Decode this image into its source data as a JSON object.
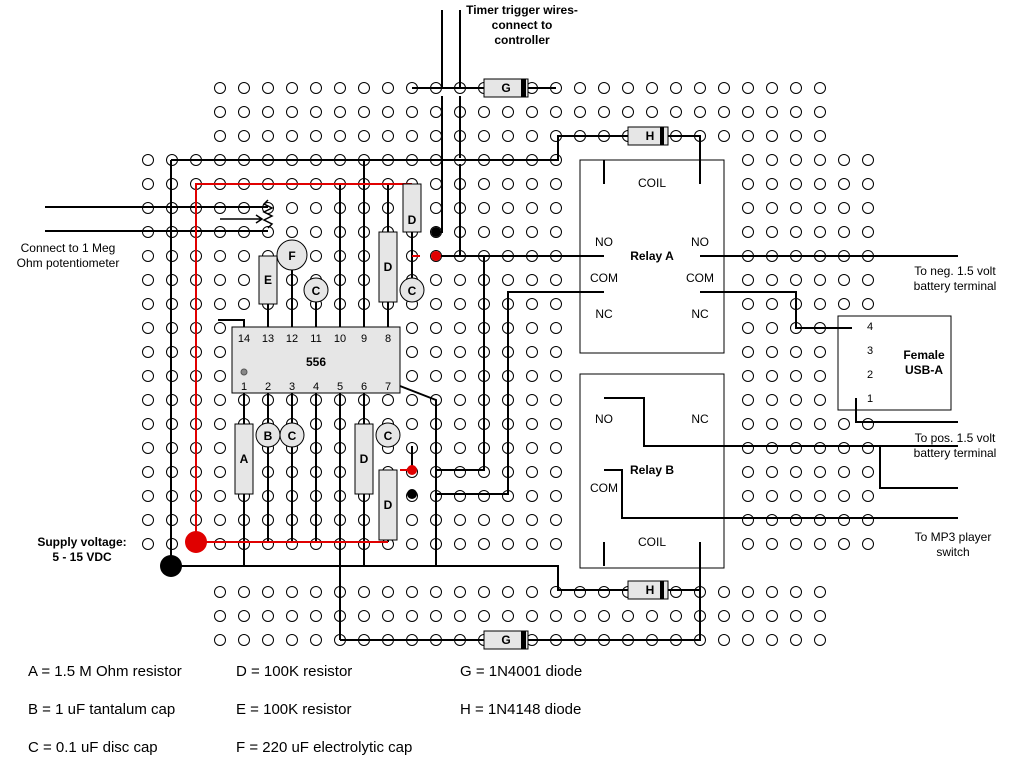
{
  "title": "Timer trigger wires- connect to controller",
  "labels": {
    "timer_line1": "Timer trigger wires-",
    "timer_line2": "connect to",
    "timer_line3": "controller",
    "pot_line1": "Connect to 1 Meg",
    "pot_line2": "Ohm potentiometer",
    "supply_line1": "Supply voltage:",
    "supply_line2": "5 - 15 VDC",
    "neg_line1": "To neg. 1.5 volt",
    "neg_line2": "battery terminal",
    "pos_line1": "To pos. 1.5 volt",
    "pos_line2": "battery terminal",
    "mp3_line1": "To MP3 player",
    "mp3_line2": "switch"
  },
  "chip": {
    "name": "556",
    "top_pins": [
      "14",
      "13",
      "12",
      "11",
      "10",
      "9",
      "8"
    ],
    "bottom_pins": [
      "1",
      "2",
      "3",
      "4",
      "5",
      "6",
      "7"
    ]
  },
  "relay_a": {
    "name": "Relay A",
    "coil": "COIL",
    "no_left": "NO",
    "no_right": "NO",
    "com_left": "COM",
    "com_right": "COM",
    "nc_left": "NC",
    "nc_right": "NC"
  },
  "relay_b": {
    "name": "Relay B",
    "coil": "COIL",
    "no": "NO",
    "nc": "NC",
    "com": "COM"
  },
  "usb": {
    "name_line1": "Female",
    "name_line2": "USB-A",
    "pins": [
      "4",
      "3",
      "2",
      "1"
    ]
  },
  "parts": {
    "A": "A",
    "B": "B",
    "C": "C",
    "D": "D",
    "E": "E",
    "F": "F",
    "G": "G",
    "H": "H"
  },
  "legend": {
    "A": "A = 1.5 M Ohm resistor",
    "B": "B = 1 uF tantalum cap",
    "C": "C = 0.1 uF disc cap",
    "D": "D = 100K resistor",
    "E": "E = 100K resistor",
    "F": "F = 220 uF electrolytic cap",
    "G": "G = 1N4001 diode",
    "H": "H = 1N4148 diode"
  },
  "colors": {
    "wire": "#000000",
    "power": "#e00000",
    "hole": "#000000",
    "part_fill": "#e6e6e6"
  }
}
